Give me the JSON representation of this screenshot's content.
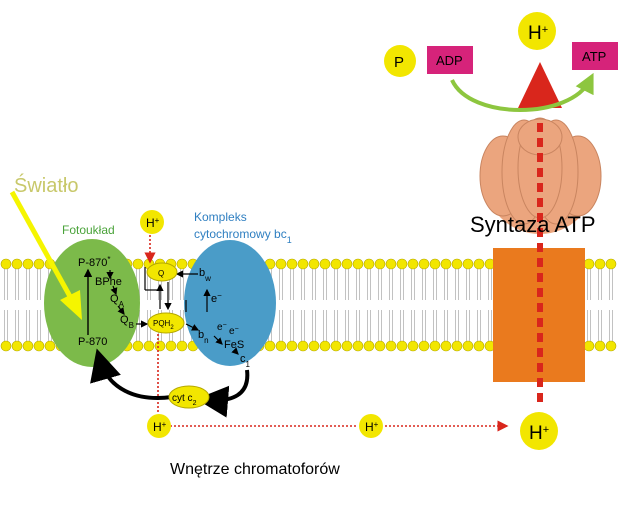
{
  "labels": {
    "light": "Światło",
    "photosystem": "Fotoukład",
    "complex_line1": "Kompleks",
    "complex_line2": "cytochromowy bc",
    "complex_sub": "1",
    "synthase": "Syntaza ATP",
    "interior": "Wnętrze chromatoforów",
    "p870_top": "P-870",
    "p870_top_sup": "*",
    "p870_bottom": "P-870",
    "bphe": "BPhe",
    "qa": "Q",
    "qa_sub": "A",
    "qb": "Q",
    "qb_sub": "B",
    "q_pool": "Q",
    "pqh2": "PQH",
    "pqh2_sub": "2",
    "bw": "b",
    "bw_sub": "w",
    "bn": "b",
    "bn_sub": "n",
    "e1": "e",
    "e1_sup": "−",
    "e2": "e",
    "e2_sup": "−",
    "e3": "e",
    "e3_sup": "−",
    "fes": "FeS",
    "c1": "c",
    "c1_sub": "1",
    "cyt_c2": "cyt c",
    "cyt_c2_sub": "2",
    "phosphate": "P",
    "adp": "ADP",
    "atp": "ATP",
    "proton": "H",
    "proton_sup": "+"
  },
  "colors": {
    "lipid_head": "#f2e600",
    "lipid_outline": "#b5a800",
    "photosystem_fill": "#7cba4a",
    "complex_fill": "#4a9cc8",
    "synthase_head": "#eba57e",
    "synthase_stalk": "#ea7a1e",
    "proton_ball": "#f2e600",
    "adp_atp_box": "#d6237a",
    "light_arrow": "#f5f500",
    "recycle_arrow": "#8dc63f",
    "proton_path": "#d9261c",
    "photosystem_text": "#4aa33a",
    "complex_text": "#2f7fc1",
    "light_text": "#c8c86a"
  }
}
